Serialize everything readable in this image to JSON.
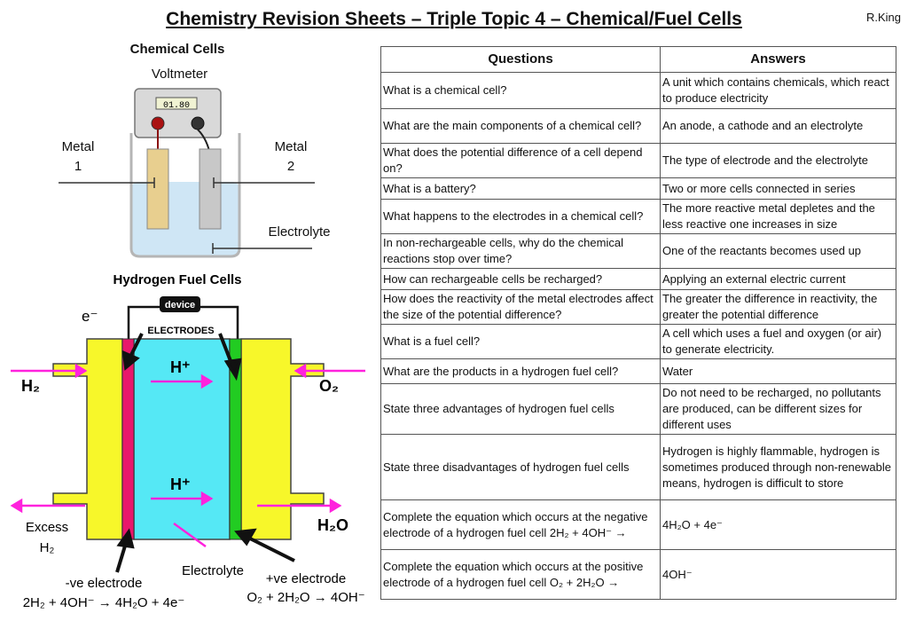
{
  "header": {
    "title": "Chemistry Revision Sheets – Triple Topic 4 – Chemical/Fuel Cells",
    "author": "R.King"
  },
  "chemical_cell": {
    "heading": "Chemical Cells",
    "voltmeter_label": "Voltmeter",
    "voltmeter_reading": "01.80",
    "metal1_line1": "Metal",
    "metal1_line2": "1",
    "metal2_line1": "Metal",
    "metal2_line2": "2",
    "electrolyte_label": "Electrolyte"
  },
  "fuel_cell": {
    "heading": "Hydrogen Fuel Cells",
    "electron_label": "e⁻",
    "device_label": "device",
    "electrodes_label": "ELECTRODES",
    "h_plus_1": "H⁺",
    "h_plus_2": "H⁺",
    "h2_label": "H₂",
    "o2_label": "O₂",
    "h2o_label": "H₂O",
    "excess_line1": "Excess",
    "excess_line2": "H₂",
    "electrolyte_label": "Electrolyte",
    "neg_electrode_label": "-ve electrode",
    "neg_equation": "2H₂ + 4OH⁻ → 4H₂O + 4e⁻",
    "pos_electrode_label": "+ve electrode",
    "pos_equation": "O₂ + 2H₂O → 4OH⁻"
  },
  "colors": {
    "electrolyte": "#55e8f5",
    "anode": "#e8176b",
    "cathode": "#22cc22",
    "chamber": "#f7f72a",
    "arrow": "#ff22dd",
    "metal1": "#e8cf8f",
    "metal2": "#c8c8c8",
    "beaker_liquid": "#cfe6f5"
  },
  "qa_table": {
    "header_questions": "Questions",
    "header_answers": "Answers",
    "rows": [
      {
        "q": "What is a chemical cell?",
        "a": "A unit which contains chemicals, which react to produce electricity"
      },
      {
        "q": "What are the main components of a chemical cell?",
        "a": "An anode, a cathode and an electrolyte"
      },
      {
        "q": "What does the potential difference of a cell depend on?",
        "a": "The type of electrode and the electrolyte"
      },
      {
        "q": "What is a battery?",
        "a": "Two or more cells connected in series"
      },
      {
        "q": "What happens to the electrodes in a chemical cell?",
        "a": "The more reactive metal depletes and the less reactive one increases in size"
      },
      {
        "q": "In non-rechargeable cells, why do the chemical reactions stop over time?",
        "a": "One of the reactants becomes used up"
      },
      {
        "q": "How can rechargeable cells be recharged?",
        "a": "Applying an external electric current"
      },
      {
        "q": "How does the reactivity of the metal electrodes affect the size of the potential difference?",
        "a": "The greater the difference in reactivity, the greater the potential difference"
      },
      {
        "q": "What is a fuel cell?",
        "a": "A cell which uses a fuel and oxygen (or air) to generate electricity."
      },
      {
        "q": "What are the products in a hydrogen fuel cell?",
        "a": "Water"
      },
      {
        "q": "State three advantages of hydrogen fuel cells",
        "a": "Do not need to be recharged, no pollutants are produced, can be different sizes for different uses"
      },
      {
        "q": "State three disadvantages of hydrogen fuel cells",
        "a": "Hydrogen is highly flammable, hydrogen is sometimes produced through non-renewable means, hydrogen is difficult to store"
      },
      {
        "q": "Complete the equation which occurs at the negative electrode of a hydrogen fuel cell 2H₂ + 4OH⁻ →",
        "a": "4H₂O + 4e⁻"
      },
      {
        "q": "Complete the equation which occurs at the positive electrode of a hydrogen fuel cell O₂ + 2H₂O →",
        "a": "4OH⁻"
      }
    ]
  }
}
